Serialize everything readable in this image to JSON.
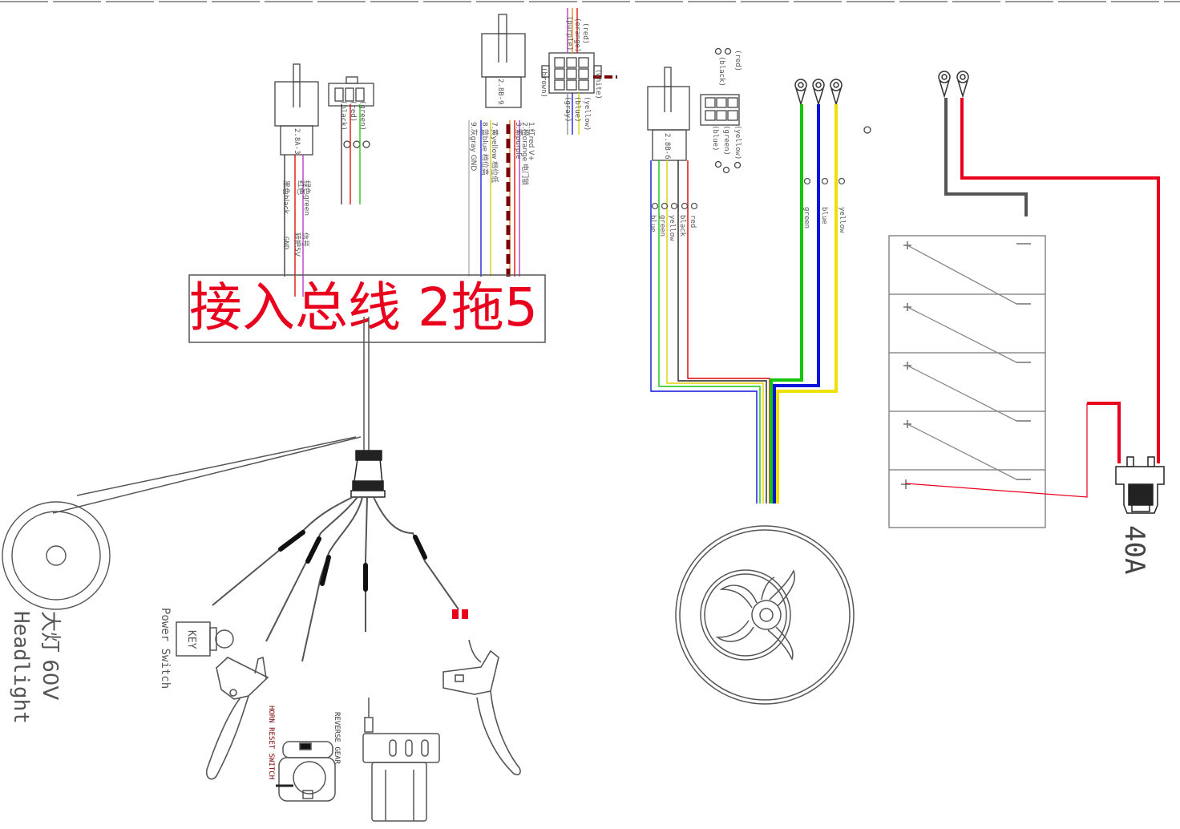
{
  "bus_label": "接入总线  2拖5",
  "bus_connector_left": {
    "ref": "2.8A-3",
    "pins": [
      "(black)",
      "(red)",
      "(green)"
    ],
    "wires": [
      "黑色black",
      "红色",
      "绿色green",
      "GND",
      "转把5V",
      "信号"
    ]
  },
  "bus_connector_top": {
    "ref": "2.8B-9",
    "pins": [
      "(red)",
      "(orange)",
      "(purple)",
      "(brown)",
      "(white)",
      "(yellow)",
      "(blue)",
      "(gray)"
    ],
    "wires": [
      "1.红red V+",
      "2.橙orange 电门锁",
      "3.紫purple",
      "7.黄yellow 档位低",
      "8.蓝blue 档位高",
      "9.灰gray GND"
    ]
  },
  "hall_connector": {
    "ref": "2.8B-6",
    "pins": [
      "(black)",
      "(red)",
      "(green)",
      "(yellow)",
      "(blue)"
    ],
    "wires": [
      "blue",
      "green",
      "yellow",
      "black",
      "red"
    ]
  },
  "phase_wires": [
    "green",
    "blue",
    "yellow"
  ],
  "fuse_rating": "40A",
  "headlight_label_cn": "大灯 60V",
  "headlight_label_en": "Headlight",
  "key_label": "KEY",
  "power_switch_label": "Power Switch",
  "horn_switch_label": "HORN RESET SWITCH",
  "reverse_gear_label": "REVERSE GEAR",
  "colors": {
    "red": "#e8001c",
    "green": "#16c60c",
    "blue": "#0a14d8",
    "yellow": "#f0e000",
    "black": "#3a3a3a",
    "dark_red": "#7a0000",
    "outline": "#555555"
  }
}
